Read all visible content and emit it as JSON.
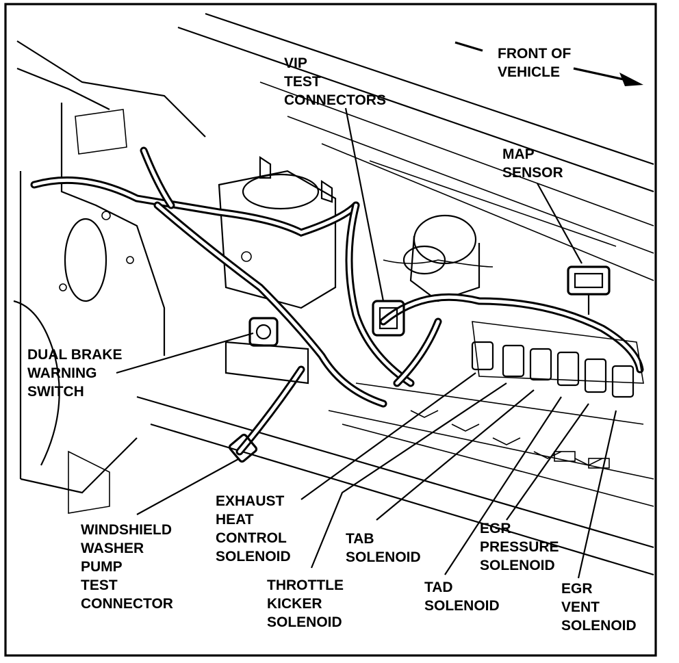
{
  "direction": {
    "line1": "FRONT OF",
    "line2": "VEHICLE"
  },
  "labels": {
    "vip": [
      "VIP",
      "TEST",
      "CONNECTORS"
    ],
    "map": [
      "MAP",
      "SENSOR"
    ],
    "dual_brake": [
      "DUAL BRAKE",
      "WARNING",
      "SWITCH"
    ],
    "windshield": [
      "WINDSHIELD",
      "WASHER",
      "PUMP",
      "TEST",
      "CONNECTOR"
    ],
    "exhaust": [
      "EXHAUST",
      "HEAT",
      "CONTROL",
      "SOLENOID"
    ],
    "throttle": [
      "THROTTLE",
      "KICKER",
      "SOLENOID"
    ],
    "tab": [
      "TAB",
      "SOLENOID"
    ],
    "tad": [
      "TAD",
      "SOLENOID"
    ],
    "egr_pressure": [
      "EGR",
      "PRESSURE",
      "SOLENOID"
    ],
    "egr_vent": [
      "EGR",
      "VENT",
      "SOLENOID"
    ]
  }
}
